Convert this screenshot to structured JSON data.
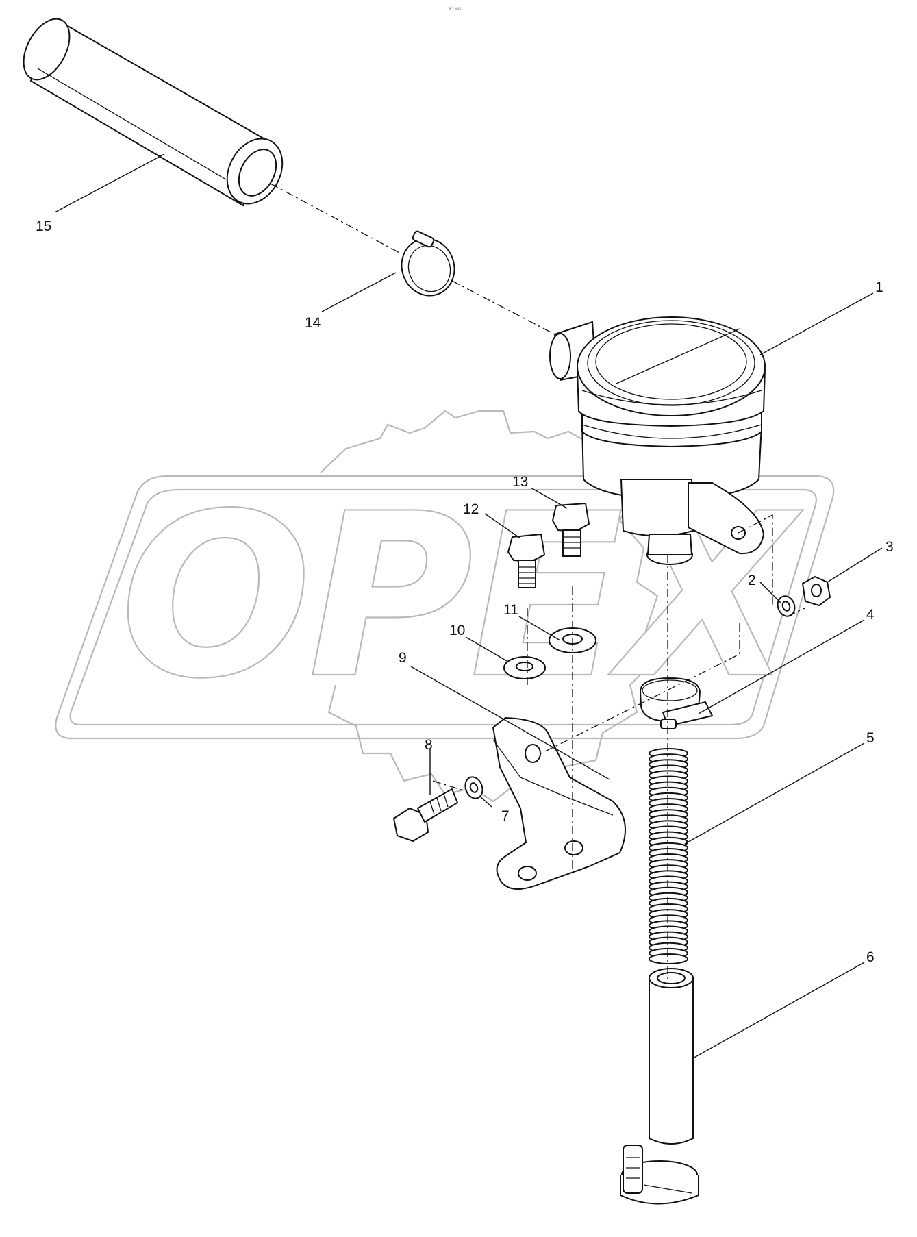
{
  "header_code": "a⁰¹ xxx",
  "watermark": {
    "text": "OPEX",
    "color": "#b9b9b9"
  },
  "callouts": [
    {
      "id": "1",
      "text": "1"
    },
    {
      "id": "2",
      "text": "2"
    },
    {
      "id": "3",
      "text": "3"
    },
    {
      "id": "4",
      "text": "4"
    },
    {
      "id": "5",
      "text": "5"
    },
    {
      "id": "6",
      "text": "6"
    },
    {
      "id": "7",
      "text": "7"
    },
    {
      "id": "8",
      "text": "8"
    },
    {
      "id": "9",
      "text": "9"
    },
    {
      "id": "10",
      "text": "10"
    },
    {
      "id": "11",
      "text": "11"
    },
    {
      "id": "12",
      "text": "12"
    },
    {
      "id": "13",
      "text": "13"
    },
    {
      "id": "14",
      "text": "14"
    },
    {
      "id": "15",
      "text": "15"
    }
  ]
}
